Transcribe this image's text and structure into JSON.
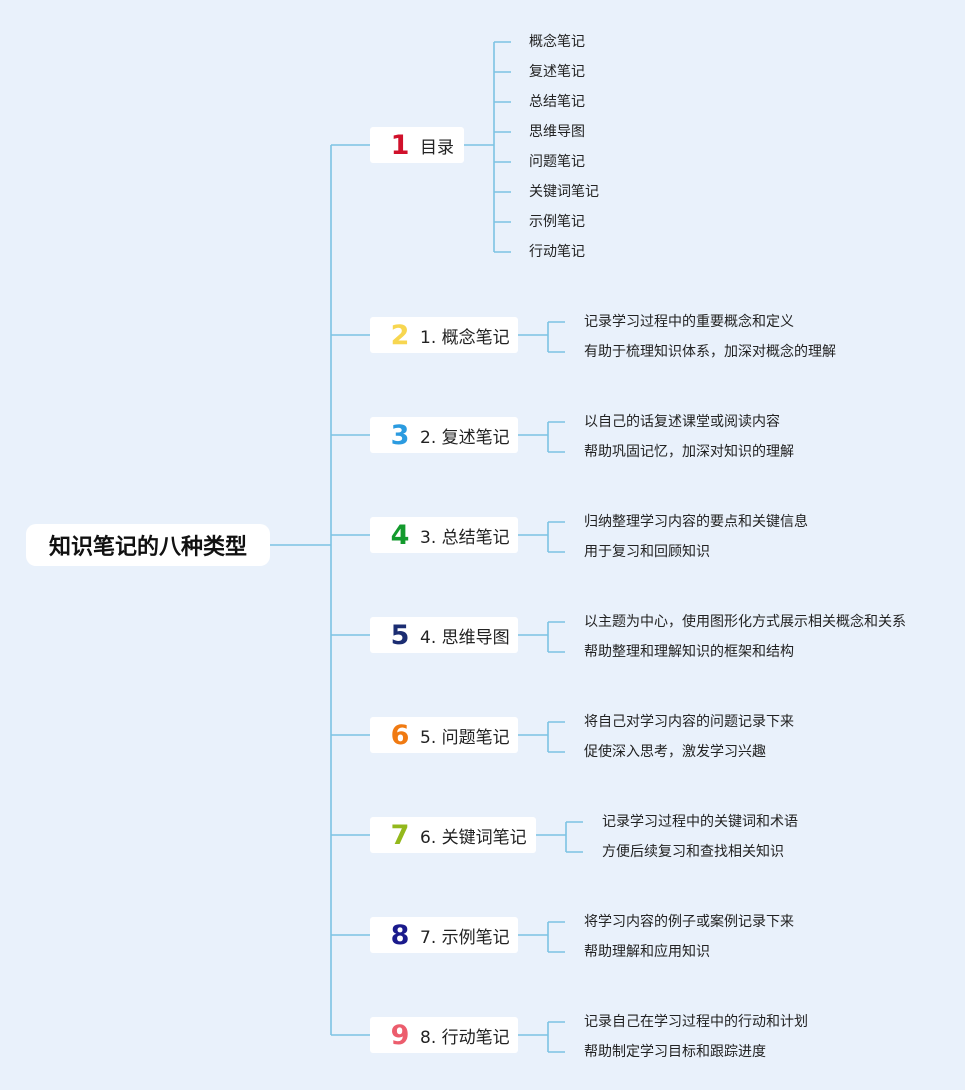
{
  "root": {
    "title": "知识笔记的八种类型"
  },
  "colors": {
    "line": "#7cc3e3",
    "background": "#e9f1fb",
    "node": "#ffffff"
  },
  "branches": [
    {
      "badge": "1",
      "badge_color": "#d0112b",
      "label": "目录",
      "items": [
        "概念笔记",
        "复述笔记",
        "总结笔记",
        "思维导图",
        "问题笔记",
        "关键词笔记",
        "示例笔记",
        "行动笔记"
      ]
    },
    {
      "badge": "2",
      "badge_color": "#f7d650",
      "label": "1. 概念笔记",
      "items": [
        "记录学习过程中的重要概念和定义",
        "有助于梳理知识体系，加深对概念的理解"
      ]
    },
    {
      "badge": "3",
      "badge_color": "#2b9be0",
      "label": "2. 复述笔记",
      "items": [
        "以自己的话复述课堂或阅读内容",
        "帮助巩固记忆，加深对知识的理解"
      ]
    },
    {
      "badge": "4",
      "badge_color": "#139a2d",
      "label": "3. 总结笔记",
      "items": [
        "归纳整理学习内容的要点和关键信息",
        "用于复习和回顾知识"
      ]
    },
    {
      "badge": "5",
      "badge_color": "#1b2d72",
      "label": "4. 思维导图",
      "items": [
        "以主题为中心，使用图形化方式展示相关概念和关系",
        "帮助整理和理解知识的框架和结构"
      ]
    },
    {
      "badge": "6",
      "badge_color": "#f07a12",
      "label": "5. 问题笔记",
      "items": [
        "将自己对学习内容的问题记录下来",
        "促使深入思考，激发学习兴趣"
      ]
    },
    {
      "badge": "7",
      "badge_color": "#93b81c",
      "label": "6. 关键词笔记",
      "items": [
        "记录学习过程中的关键词和术语",
        "方便后续复习和查找相关知识"
      ]
    },
    {
      "badge": "8",
      "badge_color": "#1a1a8c",
      "label": "7. 示例笔记",
      "items": [
        "将学习内容的例子或案例记录下来",
        "帮助理解和应用知识"
      ]
    },
    {
      "badge": "9",
      "badge_color": "#ec5d6d",
      "label": "8. 行动笔记",
      "items": [
        "记录自己在学习过程中的行动和计划",
        "帮助制定学习目标和跟踪进度"
      ]
    }
  ]
}
